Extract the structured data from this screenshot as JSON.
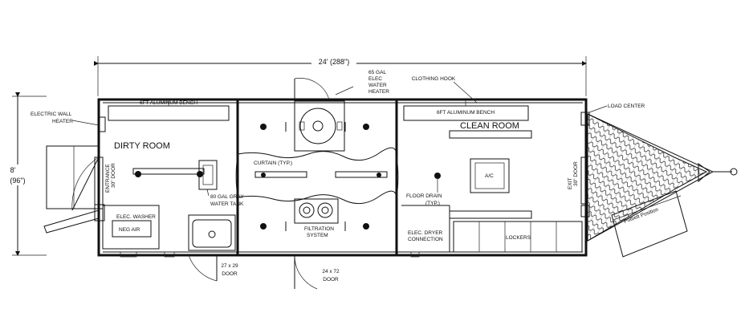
{
  "dimensions": {
    "length": "24' (288\")",
    "width_ft": "8'",
    "width_in": "(96\")"
  },
  "rooms": {
    "dirty": "DIRTY ROOM",
    "clean": "CLEAN ROOM"
  },
  "labels": {
    "electric_wall_heater_1": "ELECTRIC WALL",
    "electric_wall_heater_2": "HEATER",
    "bench_left": "6FT ALUMINUM BENCH",
    "bench_right": "6FT ALUMINUM BENCH",
    "clothing_hook": "CLOTHING HOOK",
    "load_center": "LOAD CENTER",
    "water_heater_1": "65 GAL",
    "water_heater_2": "ELEC",
    "water_heater_3": "WATER",
    "water_heater_4": "HEATER",
    "entrance_1": "ENTRANCE",
    "entrance_2": "30\" DOOR",
    "curtain": "CURTAIN (TYP.)",
    "gray_tank_1": "80 GAL GRAY",
    "gray_tank_2": "WATER TANK",
    "elec_washer": "ELEC. WASHER",
    "neg_air": "NEG AIR",
    "filtration_1": "FILTRATION",
    "filtration_2": "SYSTEM",
    "floor_drain_1": "FLOOR DRAIN",
    "floor_drain_2": "(TYP.)",
    "dryer_1": "ELEC. DRYER",
    "dryer_2": "CONNECTION",
    "lockers": "LOCKERS",
    "ac": "A/C",
    "exit_1": "EXIT",
    "exit_2": "30\" DOOR",
    "door_left_1": "27 x 29",
    "door_left_2": "DOOR",
    "door_right_1": "24 x 72",
    "door_right_2": "DOOR",
    "potbelly": "Potbelt Position"
  }
}
